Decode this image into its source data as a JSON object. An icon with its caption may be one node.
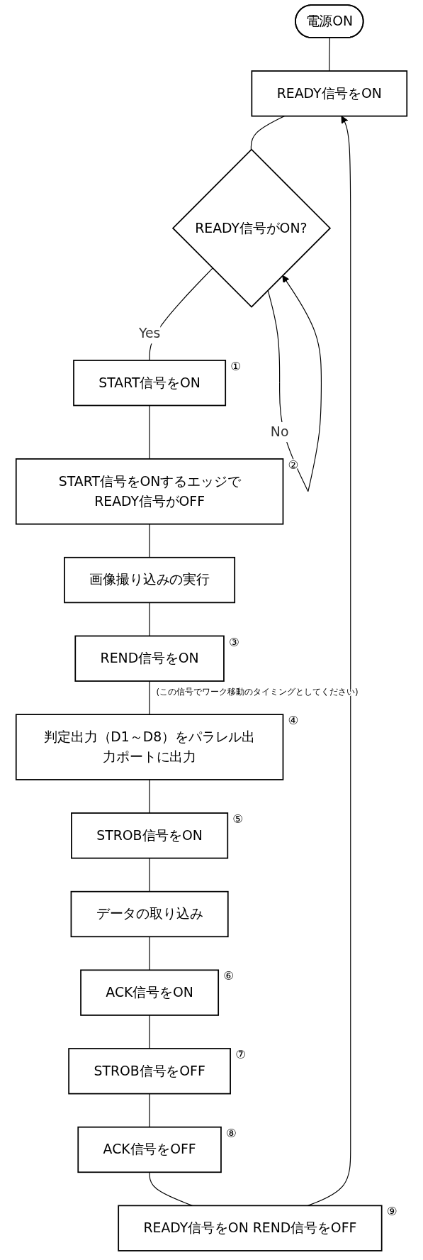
{
  "diagram": {
    "nodes": [
      {
        "text": [
          "電源ON"
        ]
      },
      {
        "text": [
          "READY信号をON"
        ]
      },
      {
        "text": [
          "READY信号がON?"
        ]
      },
      {
        "text": [
          "START信号をON"
        ],
        "beside": [
          "①"
        ]
      },
      {
        "text": [
          "START信号をONするエッジでREADY信号がOFF"
        ],
        "beside": [
          "②"
        ]
      },
      {
        "text": [
          "画像撮り込みの実行"
        ]
      },
      {
        "text": [
          "REND信号をON"
        ],
        "beside": [
          "③",
          "(この信号でワーク移動のタイミングとしてください)"
        ]
      },
      {
        "text": [
          "判定出力（D1～D8）をパラレル出力ポートに出力"
        ],
        "beside": [
          "④"
        ]
      },
      {
        "text": [
          "STROB信号をON"
        ],
        "beside": [
          "⑤"
        ]
      },
      {
        "text": [
          "データの取り込み"
        ]
      },
      {
        "text": [
          "ACK信号をON"
        ],
        "beside": [
          "⑥"
        ]
      },
      {
        "text": [
          "STROB信号をOFF"
        ],
        "beside": [
          "⑦"
        ]
      },
      {
        "text": [
          "ACK信号をOFF"
        ],
        "beside": [
          "⑧"
        ]
      },
      {
        "text": [
          "READY信号をON REND信号をOFF"
        ],
        "beside": [
          "⑨"
        ]
      }
    ],
    "edges": [
      {
        "from": 0,
        "to": 1,
        "arrow": "none"
      },
      {
        "from": 1,
        "to": 2,
        "arrow": "none"
      },
      {
        "from": 2,
        "to": 2,
        "arrow": "to",
        "label": "No"
      },
      {
        "from": 2,
        "to": 3,
        "arrow": "none",
        "label": "Yes"
      },
      {
        "from": 3,
        "to": 4,
        "arrow": "none"
      },
      {
        "from": 4,
        "to": 5,
        "arrow": "none"
      },
      {
        "from": 5,
        "to": 6,
        "arrow": "none"
      },
      {
        "from": 6,
        "to": 7,
        "arrow": "none"
      },
      {
        "from": 7,
        "to": 8,
        "arrow": "none"
      },
      {
        "from": 8,
        "to": 9,
        "arrow": "none"
      },
      {
        "from": 9,
        "to": 10,
        "arrow": "none"
      },
      {
        "from": 10,
        "to": 11,
        "arrow": "none"
      },
      {
        "from": 11,
        "to": 12,
        "arrow": "none"
      },
      {
        "from": 12,
        "to": 13,
        "arrow": "none"
      },
      {
        "from": 13,
        "to": 1,
        "arrow": "to"
      }
    ]
  }
}
